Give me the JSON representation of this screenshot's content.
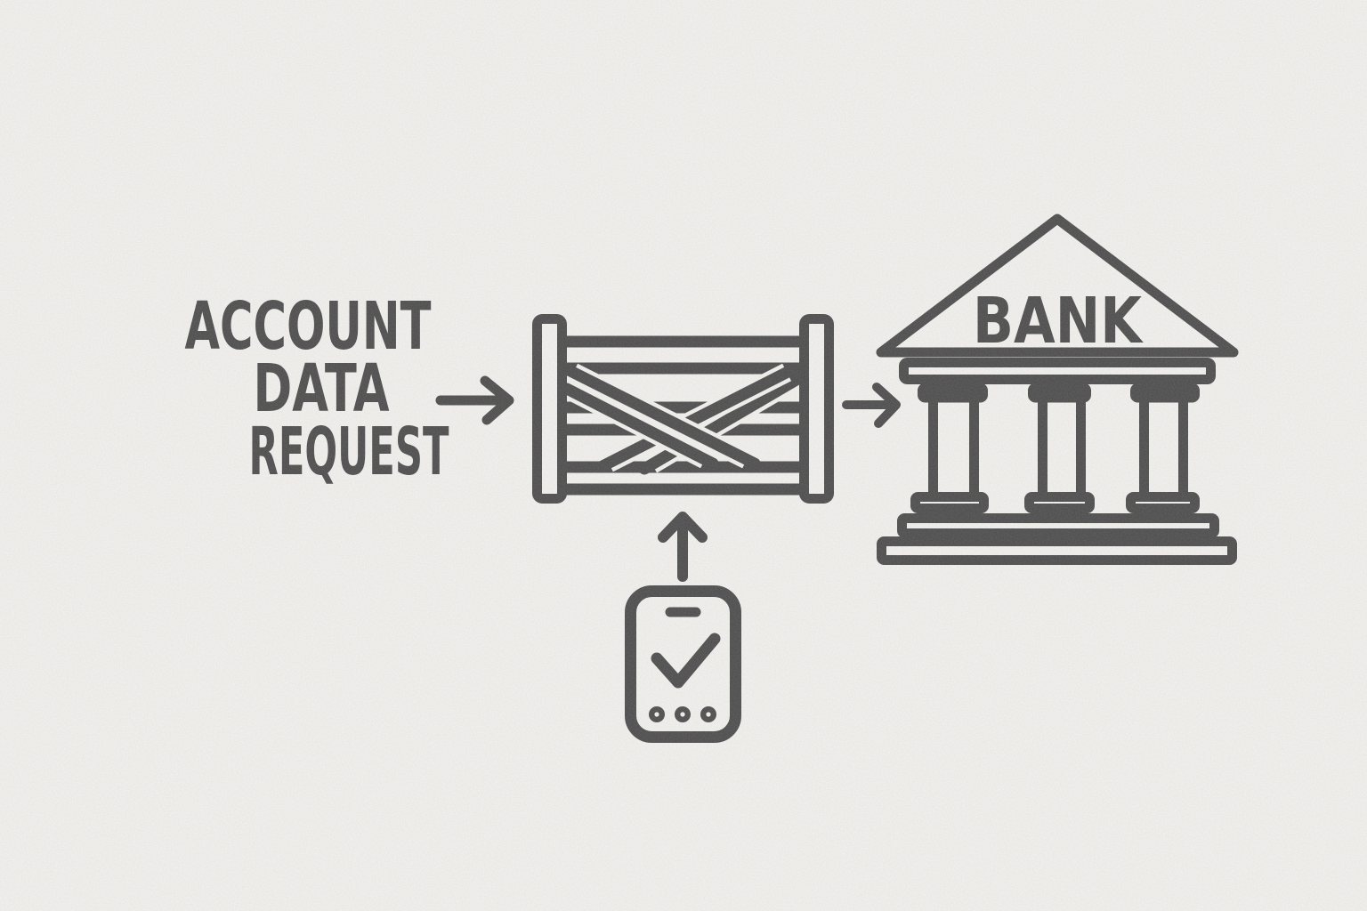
{
  "page": {
    "background_color": "#f4f3f0",
    "ink_color": "#4b4b4b"
  },
  "request_label": {
    "line1": "ACCOUNT",
    "line2": "DATA",
    "line3": "REQUEST"
  },
  "bank": {
    "label": "BANK"
  },
  "icons": {
    "arrow_request_to_gate": "arrow-right",
    "gate": "farm-gate-barrier",
    "arrow_gate_to_bank": "arrow-right",
    "bank_building": "bank-building",
    "arrow_phone_to_gate": "arrow-up",
    "phone": "phone-consent-check"
  }
}
